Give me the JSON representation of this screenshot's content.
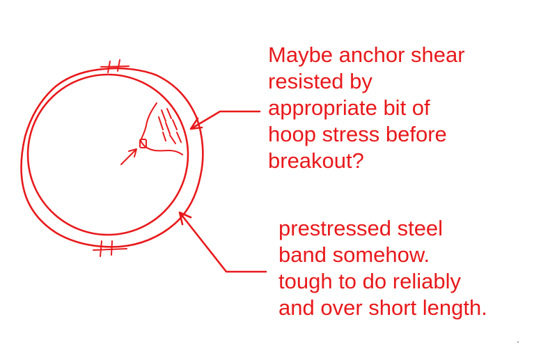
{
  "annotations": {
    "top_note": {
      "lines": [
        "Maybe anchor shear",
        "resisted by",
        "appropriate bit of",
        "hoop stress before",
        "breakout?"
      ]
    },
    "bottom_note": {
      "lines": [
        "prestressed steel",
        "band somehow.",
        "tough to do reliably",
        "and over short length."
      ]
    }
  },
  "colors": {
    "ink": "#e8191b",
    "background": "#ffffff"
  }
}
